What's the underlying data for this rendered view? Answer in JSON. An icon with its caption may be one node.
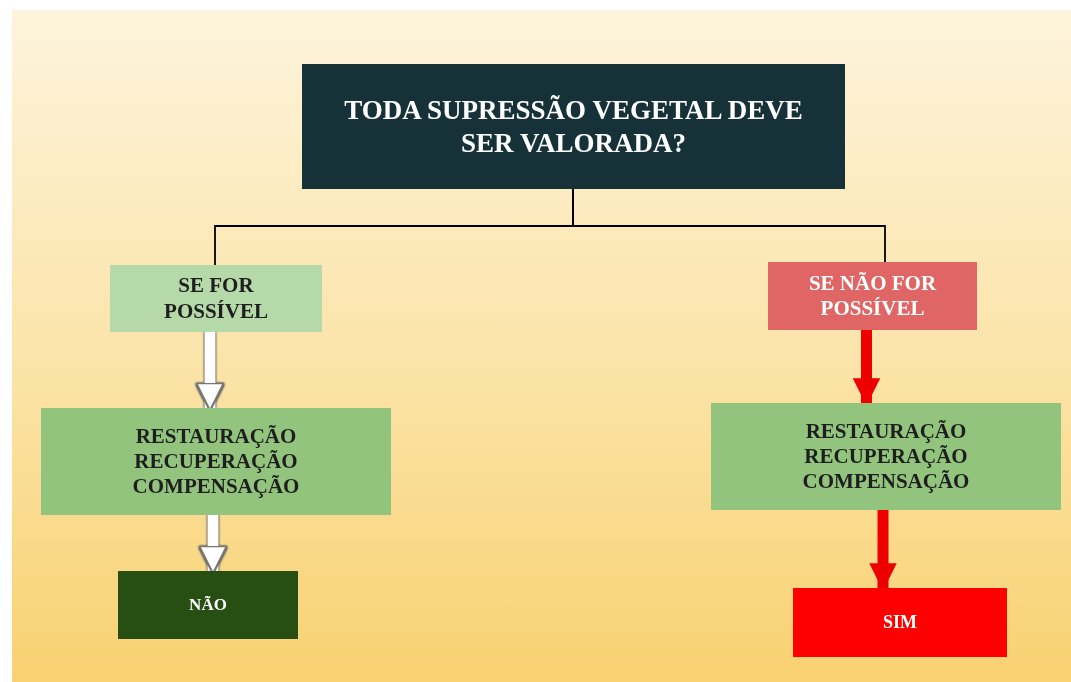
{
  "diagram": {
    "nodes": [
      {
        "text": [
          "TODA SUPRESSÃO VEGETAL DEVE SER VALORADA?"
        ]
      },
      {
        "text": [
          "SE FOR POSSÍVEL"
        ]
      },
      {
        "text": [
          "SE NÃO FOR POSSÍVEL"
        ]
      },
      {
        "text": [
          "RESTAURAÇÃO RECUPERAÇÃO COMPENSAÇÃO"
        ]
      },
      {
        "text": [
          "RESTAURAÇÃO RECUPERAÇÃO COMPENSAÇÃO"
        ]
      },
      {
        "text": [
          "NÃO"
        ]
      },
      {
        "text": [
          "SIM"
        ]
      }
    ],
    "edges": [
      {
        "from": 0,
        "to": 1,
        "arrow": "none",
        "color": "#000000"
      },
      {
        "from": 0,
        "to": 2,
        "arrow": "none",
        "color": "#000000"
      },
      {
        "from": 1,
        "to": 3,
        "arrow": "to",
        "color": "#ffffff"
      },
      {
        "from": 3,
        "to": 5,
        "arrow": "to",
        "color": "#ffffff"
      },
      {
        "from": 2,
        "to": 4,
        "arrow": "to",
        "color": "#ee0000"
      },
      {
        "from": 4,
        "to": 6,
        "arrow": "to",
        "color": "#ee0000"
      }
    ]
  }
}
